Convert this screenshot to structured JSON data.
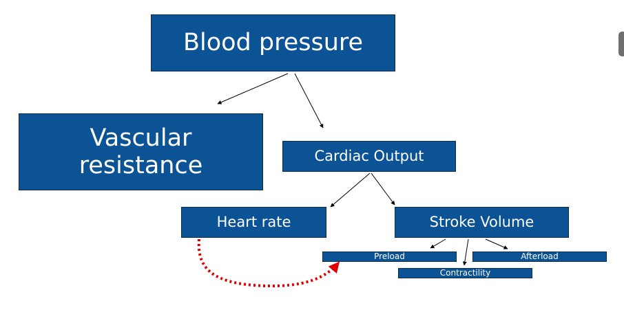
{
  "nodes": {
    "blood_pressure": "Blood pressure",
    "vascular_resistance": "Vascular\nresistance",
    "cardiac_output": "Cardiac Output",
    "heart_rate": "Heart rate",
    "stroke_volume": "Stroke Volume",
    "preload": "Preload",
    "afterload": "Afterload",
    "contractility": "Contractility"
  },
  "colors": {
    "box_fill": "#0b5394",
    "box_border": "#0a2a4a",
    "box_text": "#ffffff",
    "arrow": "#000000",
    "influence_arrow": "#e00000"
  }
}
